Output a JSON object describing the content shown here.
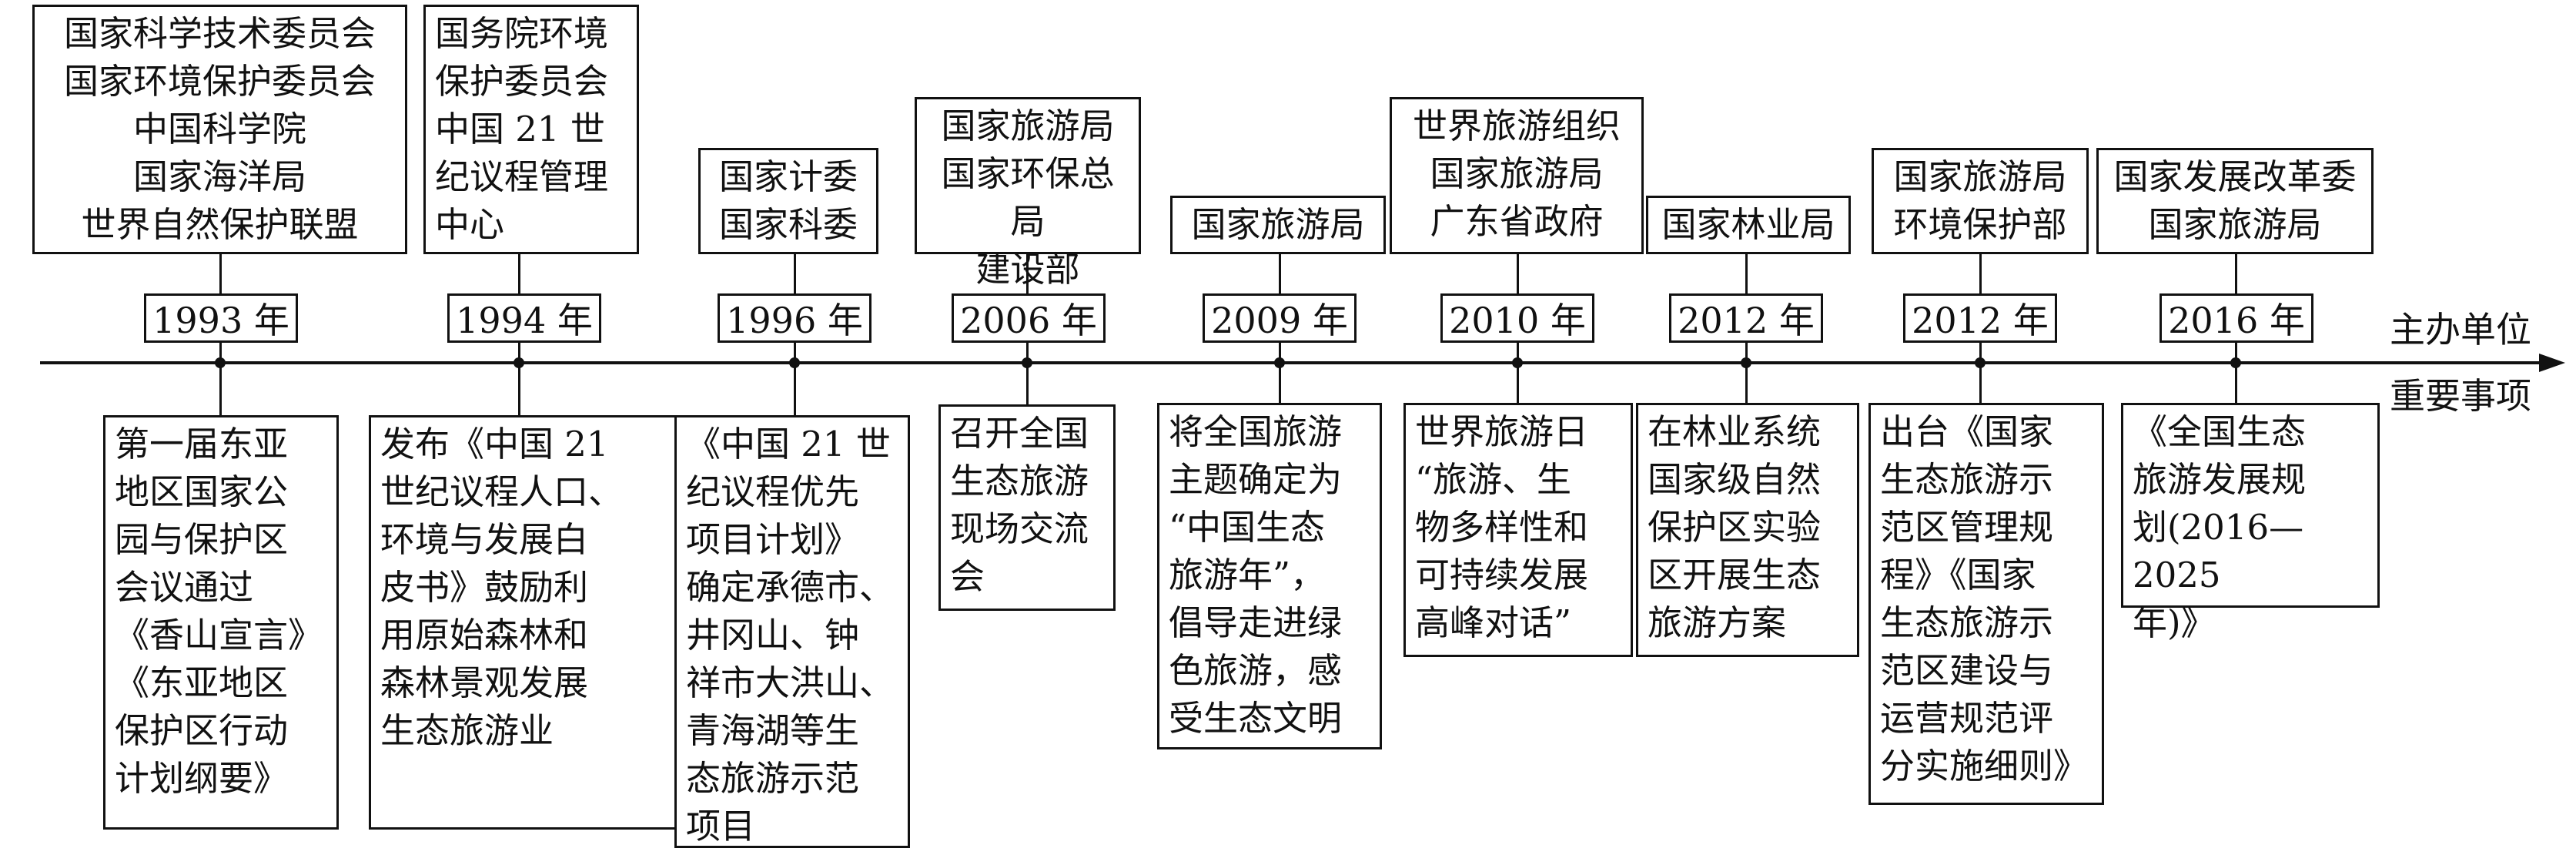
{
  "axis": {
    "top_label": "主办单位",
    "bottom_label": "重要事项"
  },
  "milestones": [
    {
      "year": "1993 年",
      "organizers": "国家科学技术委员会\n国家环境保护委员会\n中国科学院\n国家海洋局\n世界自然保护联盟",
      "event": "第一届东亚\n地区国家公\n园与保护区\n会议通过\n《香山宣言》\n《东亚地区\n保护区行动\n计划纲要》"
    },
    {
      "year": "1994 年",
      "organizers": "国务院环境\n保护委员会\n中国 21 世\n纪议程管理\n中心",
      "event": "发布《中国 21\n世纪议程人口、\n环境与发展白\n皮书》鼓励利\n用原始森林和\n森林景观发展\n生态旅游业"
    },
    {
      "year": "1996 年",
      "organizers": "国家计委\n国家科委",
      "event": "《中国 21 世\n纪议程优先\n项目计划》\n确定承德市、\n井冈山、钟\n祥市大洪山、\n青海湖等生\n态旅游示范\n项目"
    },
    {
      "year": "2006 年",
      "organizers": "国家旅游局\n国家环保总局\n建设部",
      "event": "召开全国\n生态旅游\n现场交流\n会"
    },
    {
      "year": "2009 年",
      "organizers": "国家旅游局",
      "event": "将全国旅游\n主题确定为\n“中国生态\n旅游年”，\n倡导走进绿\n色旅游，感\n受生态文明"
    },
    {
      "year": "2010 年",
      "organizers": "世界旅游组织\n国家旅游局\n广东省政府",
      "event": "世界旅游日\n“旅游、生\n物多样性和\n可持续发展\n高峰对话”"
    },
    {
      "year": "2012 年",
      "organizers": "国家林业局",
      "event": "在林业系统\n国家级自然\n保护区实验\n区开展生态\n旅游方案"
    },
    {
      "year": "2012 年",
      "organizers": "国家旅游局\n环境保护部",
      "event": "出台《国家\n生态旅游示\n范区管理规\n程》《国家\n生态旅游示\n范区建设与\n运营规范评\n分实施细则》"
    },
    {
      "year": "2016 年",
      "organizers": "国家发展改革委\n国家旅游局",
      "event": "《全国生态\n旅游发展规\n划(2016—2025\n年)》"
    }
  ]
}
